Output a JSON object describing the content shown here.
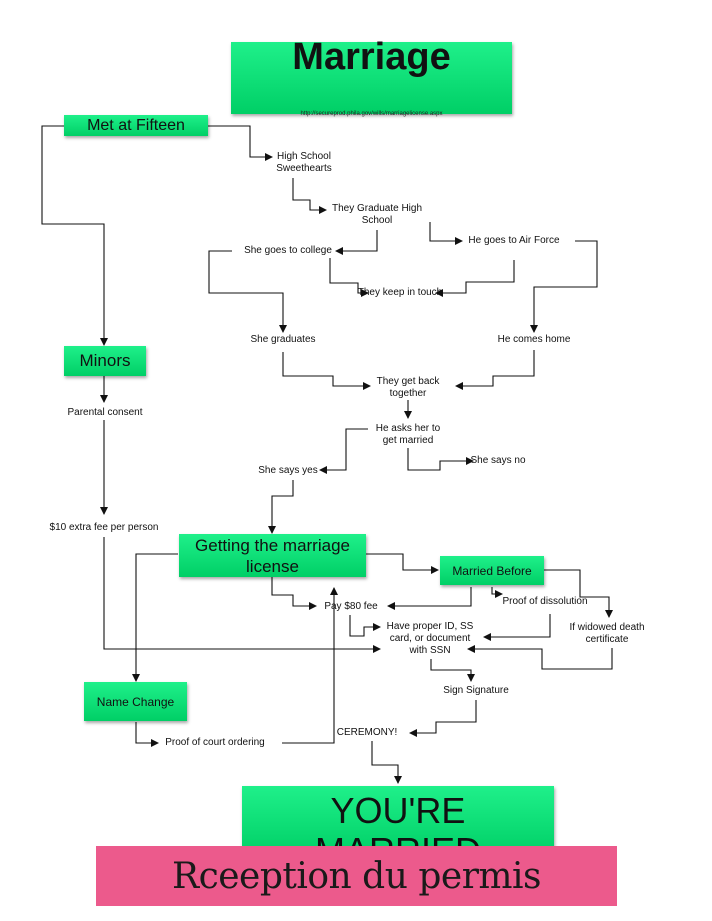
{
  "title": "Marriage",
  "url": "http://secureprod.phila.gov/wills/marriagelicense.aspx",
  "boxes": {
    "met": "Met at Fifteen",
    "minors": "Minors",
    "license": "Getting the marriage license",
    "married_before": "Married Before",
    "name_change": "Name Change",
    "married": "YOU'RE MARRIED"
  },
  "labels": {
    "hs_sweethearts": "High School Sweethearts",
    "graduate": "They Graduate High School",
    "college": "She goes to college",
    "airforce": "He goes to Air Force",
    "keep_touch": "They keep in touch",
    "she_graduates": "She graduates",
    "comes_home": "He comes home",
    "back_together": "They get back together",
    "asks": "He asks her to get married",
    "says_yes": "She says yes",
    "says_no": "She says no",
    "parental": "Parental consent",
    "extra_fee": "$10 extra fee per person",
    "pay_fee": "Pay $80 fee",
    "dissolution": "Proof of dissolution",
    "widowed": "If widowed death certificate",
    "proper_id": "Have proper ID, SS card, or document with SSN",
    "sign": "Sign Signature",
    "ceremony": "CEREMONY!",
    "court": "Proof of court ordering"
  },
  "banner": "Rceeption du permis",
  "colors": {
    "box": "#00d46a",
    "banner": "#ec5a8c"
  }
}
